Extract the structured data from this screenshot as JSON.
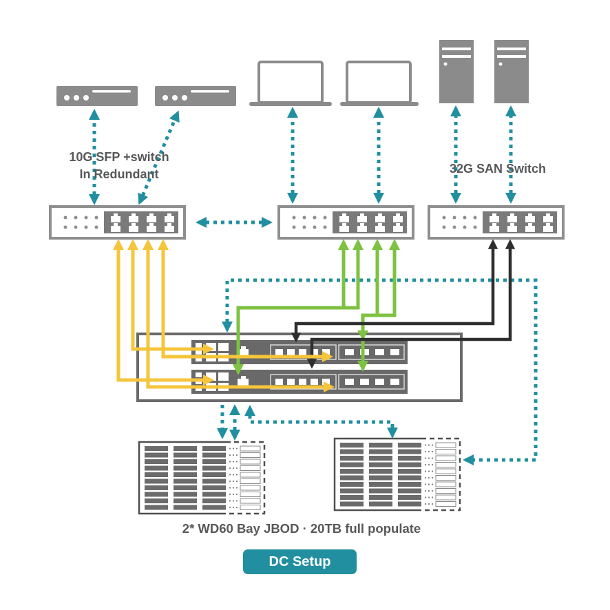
{
  "labels": {
    "left_switch_line1": "10G SFP +switch",
    "left_switch_line2": "In Redundant",
    "san_switch": "32G SAN Switch",
    "jbod_caption": "2* WD60 Bay JBOD · 20TB full populate"
  },
  "button": {
    "label": "DC Setup"
  },
  "colors": {
    "teal": "#218f9f",
    "yellow": "#f5c53c",
    "green": "#7dc241",
    "black": "#2e2e2e",
    "device_gray": "#8b8b8b",
    "panel_gray": "#7a7a7a",
    "text": "#57585a"
  },
  "devices": {
    "appliances": [
      "rackmount-appliance-1",
      "rackmount-appliance-2"
    ],
    "clients": [
      "laptop-1",
      "laptop-2"
    ],
    "servers": [
      "tower-server-1",
      "tower-server-2"
    ],
    "switches": [
      "switch-left",
      "switch-middle",
      "switch-right"
    ],
    "storage_chassis_units": 2,
    "jbods": [
      "jbod-1",
      "jbod-2"
    ]
  },
  "jbod": {
    "rows": 10,
    "drive_columns": 3,
    "expander_columns": 1
  },
  "connections": [
    {
      "from": "rackmount-appliance-1",
      "to": "switch-left",
      "style": "teal-dotted"
    },
    {
      "from": "rackmount-appliance-2",
      "to": "switch-left",
      "style": "teal-dotted"
    },
    {
      "from": "laptop-1",
      "to": "switch-middle",
      "style": "teal-dotted"
    },
    {
      "from": "laptop-2",
      "to": "switch-middle",
      "style": "teal-dotted"
    },
    {
      "from": "tower-server-1",
      "to": "switch-right",
      "style": "teal-dotted"
    },
    {
      "from": "tower-server-2",
      "to": "switch-right",
      "style": "teal-dotted"
    },
    {
      "from": "switch-left",
      "to": "switch-middle",
      "style": "teal-dotted"
    },
    {
      "from": "switch-left",
      "to": "storage-chassis",
      "style": "yellow",
      "count": 4
    },
    {
      "from": "switch-middle",
      "to": "storage-chassis",
      "style": "green",
      "count": 4
    },
    {
      "from": "switch-right",
      "to": "storage-chassis",
      "style": "black",
      "count": 2
    },
    {
      "from": "storage-chassis",
      "to": "jbod-1",
      "style": "teal-dotted",
      "count": 2
    },
    {
      "from": "storage-chassis",
      "to": "jbod-2",
      "style": "teal-dotted",
      "count": 2
    }
  ]
}
